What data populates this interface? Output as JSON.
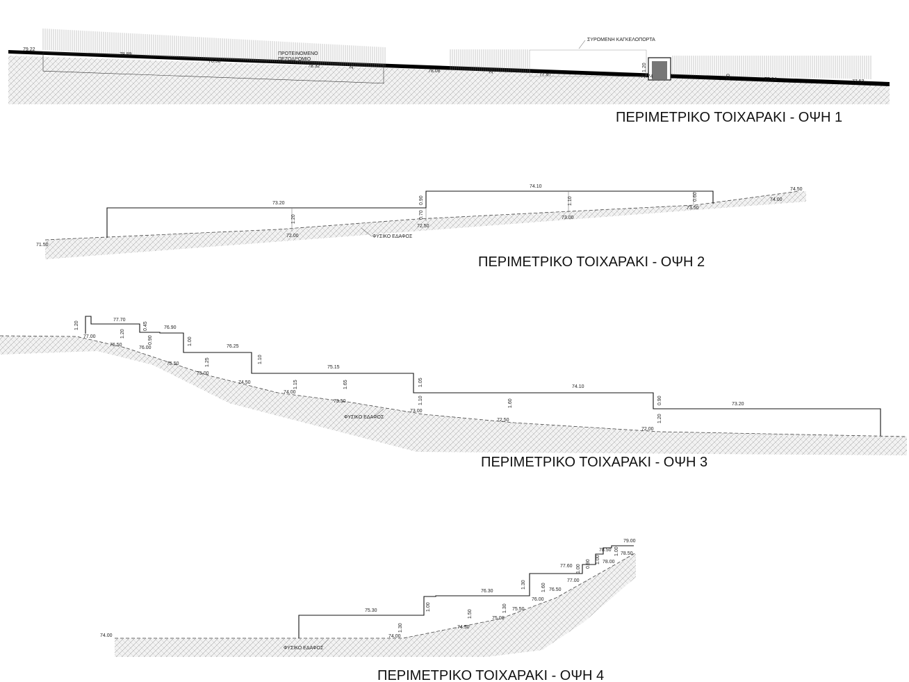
{
  "colors": {
    "ink": "#111111",
    "ground_hatch": "#8c8c8c",
    "ground_fill": "#f2f2f2",
    "dimension": "#777777"
  },
  "views": [
    {
      "title": "ΠΕΡΙΜΕΤΡΙΚΟ ΤΟΙΧΑΡΑΚΙ - ΟΨΗ 1",
      "notes": [
        "ΠΡΟΤΕΙΝΟΜΕΝΟ",
        "ΠΕΖΟΔΡΟΜΙΟ",
        "ΣΥΡΟΜΕΝΗ ΚΑΓΚΕΛΟΠΟΡΤΑ"
      ],
      "levels": [
        "79.22",
        "78.89",
        "78.58",
        "78.32",
        "78.08",
        "77.87",
        "77.74",
        "77.64",
        "77.53"
      ],
      "heights": [
        "20",
        "20",
        "1.20",
        "20"
      ]
    },
    {
      "title": "ΠΕΡΙΜΕΤΡΙΚΟ ΤΟΙΧΑΡΑΚΙ - ΟΨΗ 2",
      "ground_label": "ΦΥΣΙΚΟ ΕΔΑΦΟΣ",
      "levels": [
        "71.50",
        "73.20",
        "72.00",
        "72.50",
        "74.10",
        "73.00",
        "73.50",
        "74.00",
        "74.50"
      ],
      "heights": [
        "1.20",
        "0.90",
        "0.70",
        "1.10",
        "0.60"
      ]
    },
    {
      "title": "ΠΕΡΙΜΕΤΡΙΚΟ ΤΟΙΧΑΡΑΚΙ - ΟΨΗ 3",
      "ground_label": "ΦΥΣΙΚΟ ΕΔΑΦΟΣ",
      "levels": [
        "77.70",
        "77.00",
        "76.50",
        "76.90",
        "76.00",
        "76.25",
        "75.50",
        "75.00",
        "75.15",
        "74.50",
        "74.00",
        "73.50",
        "73.00",
        "74.10",
        "72.50",
        "72.00",
        "73.20"
      ],
      "heights": [
        "1.20",
        "1.20",
        "0.90",
        "0.45",
        "1.00",
        "1.25",
        "1.10",
        "1.15",
        "1.65",
        "1.05",
        "1.10",
        "1.60",
        "0.90",
        "1.20"
      ]
    },
    {
      "title": "ΠΕΡΙΜΕΤΡΙΚΟ ΤΟΙΧΑΡΑΚΙ - ΟΨΗ 4",
      "ground_label": "ΦΥΣΙΚΟ ΕΔΑΦΟΣ",
      "levels": [
        "74.00",
        "75.30",
        "74.00",
        "74.50",
        "76.30",
        "75.00",
        "75.50",
        "76.00",
        "76.50",
        "77.60",
        "77.00",
        "78.00",
        "78.50",
        "78.50",
        "79.00"
      ],
      "heights": [
        "1.30",
        "1.00",
        "1.50",
        "1.30",
        "1.30",
        "1.60",
        "1.00",
        "0.90",
        "1.00",
        "1.00"
      ]
    }
  ]
}
